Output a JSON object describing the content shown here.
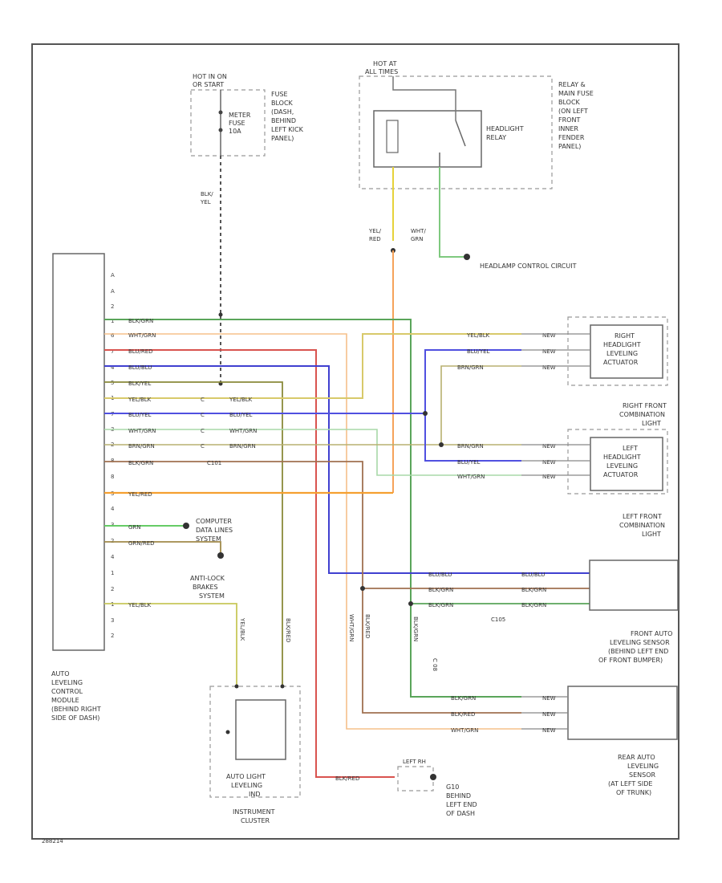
{
  "diagram": {
    "footer_code": "288214",
    "fuse_hot_label": [
      "HOT IN ON",
      "OR START"
    ],
    "fuse_name": [
      "METER",
      "FUSE",
      "10A"
    ],
    "fuse_block_label": [
      "FUSE",
      "BLOCK",
      "(DASH,",
      "BEHIND",
      "LEFT KICK",
      "PANEL)"
    ],
    "relay_hot_label": [
      "HOT AT",
      "ALL TIMES"
    ],
    "relay_name": [
      "HEADLIGHT",
      "RELAY"
    ],
    "relay_block_label": [
      "RELAY &",
      "MAIN FUSE",
      "BLOCK",
      "(ON LEFT",
      "FRONT",
      "INNER",
      "FENDER",
      "PANEL)"
    ],
    "headlamp_circuit": "HEADLAMP CONTROL CIRCUIT",
    "wire_blk_yel": [
      "BLK/",
      "YEL"
    ],
    "wire_yel_red": [
      "YEL/",
      "RED"
    ],
    "wire_wht_grn": [
      "WHT/",
      "GRN"
    ],
    "module_label": [
      "AUTO",
      "LEVELING",
      "CONTROL",
      "MODULE",
      "(BEHIND RIGHT",
      "SIDE OF DASH)"
    ],
    "module_pins": [
      "A",
      "A",
      "2",
      "1",
      "6",
      "7",
      "4",
      "5",
      "1",
      "7",
      "3",
      "2",
      "8",
      "8",
      "3",
      "4",
      "3",
      "2",
      "4",
      "1",
      "2",
      "1",
      "3",
      "2"
    ],
    "module_wires": [
      "BLK/GRN",
      "WHT/GRN",
      "BLU/RED",
      "BLU/BLU",
      "BLK/YEL",
      "YEL/BLK",
      "BLU/YEL",
      "WHT/GRN",
      "BRN/GRN",
      "BLK/GRN",
      "YEL/RED",
      "GRN",
      "GRN/RED",
      "YEL/BLK"
    ],
    "mid_wires": [
      "YEL/BLK",
      "BLU/YEL",
      "WHT/GRN",
      "BRN/GRN",
      "C101"
    ],
    "computer_label": [
      "COMPUTER",
      "DATA LINES",
      "SYSTEM"
    ],
    "antilock_label": [
      "ANTI-LOCK",
      "BRAKES",
      "SYSTEM"
    ],
    "right_head_label": [
      "RIGHT",
      "HEADLIGHT",
      "LEVELING",
      "ACTUATOR"
    ],
    "right_combo_label": [
      "RIGHT FRONT",
      "COMBINATION",
      "LIGHT"
    ],
    "left_head_label": [
      "LEFT",
      "HEADLIGHT",
      "LEVELING",
      "ACTUATOR"
    ],
    "left_combo_label": [
      "LEFT FRONT",
      "COMBINATION",
      "LIGHT"
    ],
    "actuator_wires": [
      "YEL/BLK",
      "BLU/YEL",
      "BRN/GRN",
      "NEW"
    ],
    "front_sensor_label": [
      "FRONT AUTO",
      "LEVELING SENSOR",
      "(BEHIND LEFT END",
      "OF FRONT BUMPER)"
    ],
    "front_sensor_wires": [
      "BLU/BLU",
      "BLK/GRN",
      "BLK/GRN",
      "C105"
    ],
    "rear_sensor_label": [
      "REAR AUTO",
      "LEVELING",
      "SENSOR",
      "(AT LEFT SIDE",
      "OF TRUNK)"
    ],
    "rear_sensor_wires": [
      "BLK/GRN",
      "BLK/RED",
      "WHT/GRN"
    ],
    "vertical_wires": [
      "YEL/BLK",
      "BLK/RED",
      "WHT/GRN",
      "BLK/RED",
      "BLK/GRN",
      "C 08"
    ],
    "cluster_label": [
      "AUTO LIGHT",
      "LEVELING",
      "IND",
      "INSTRUMENT",
      "CLUSTER"
    ],
    "ground_wire": "BLK/RED",
    "ground_connector": "LEFT RH",
    "ground_label": [
      "G10",
      "BEHIND",
      "LEFT END",
      "OF DASH"
    ]
  }
}
